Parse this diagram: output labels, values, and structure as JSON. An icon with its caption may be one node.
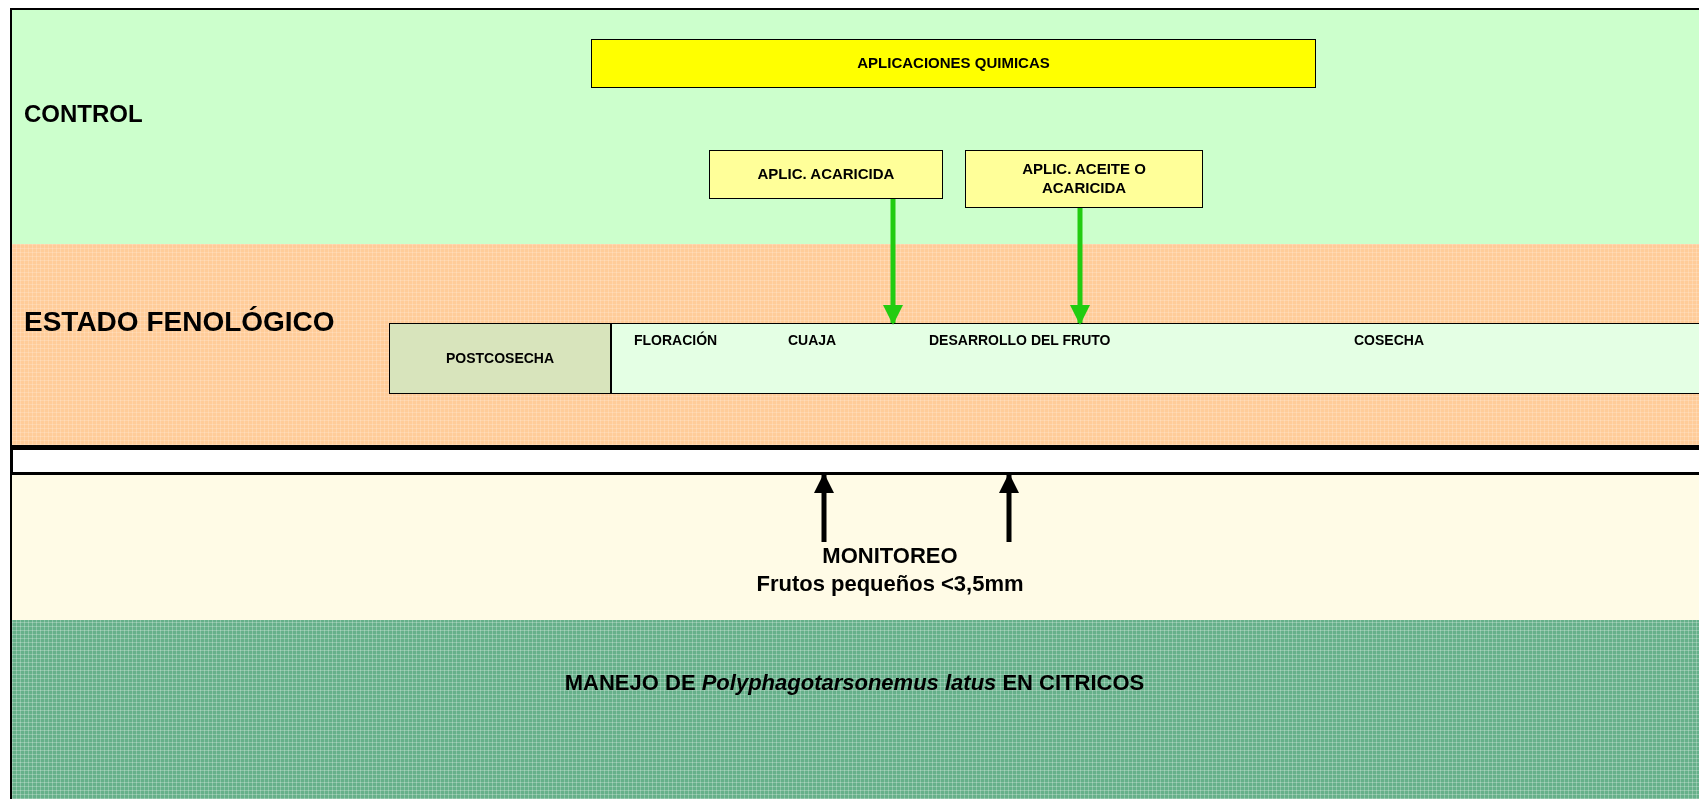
{
  "diagram": {
    "title": "MANEJO DE *Polyphagotarsonemus latus* EN CITRICOS",
    "nodes": [
      {
        "text": [
          "CONTROL"
        ]
      },
      {
        "text": [
          "APLICACIONES QUIMICAS"
        ],
        "in": 0
      },
      {
        "text": [
          "APLIC. ACARICIDA"
        ],
        "in": 0
      },
      {
        "text": [
          "APLIC. ACEITE O ACARICIDA"
        ],
        "in": 0
      },
      {
        "text": [
          "ESTADO FENOLÓGICO"
        ]
      },
      {
        "text": [
          "POSTCOSECHA"
        ],
        "in": 4
      },
      {
        "text": [
          "FLORACIÓN",
          "CUAJA",
          "DESARROLLO DEL FRUTO",
          "COSECHA"
        ],
        "in": 4
      },
      {
        "text": [],
        "shape": "bar"
      },
      {
        "text": [
          "MONITOREO",
          "Frutos pequeños <3,5mm"
        ]
      }
    ],
    "edges": [
      {
        "from": 2,
        "to": 6,
        "arrow": "to",
        "color": "#22cc11"
      },
      {
        "from": 3,
        "to": 6,
        "arrow": "to",
        "color": "#22cc11"
      },
      {
        "from": 8,
        "to": 7,
        "arrow": "to",
        "color": "#000000"
      },
      {
        "from": 8,
        "to": 7,
        "arrow": "to",
        "color": "#000000"
      }
    ]
  }
}
